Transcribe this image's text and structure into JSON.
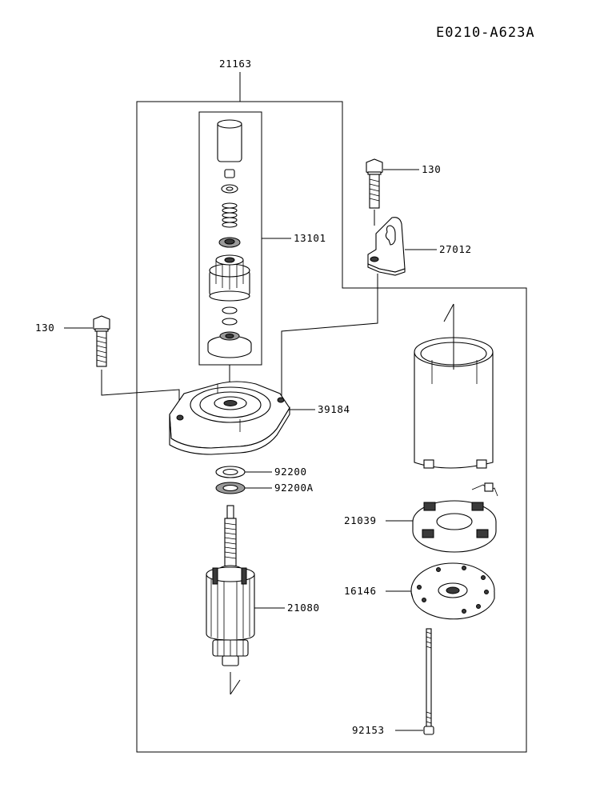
{
  "diagram_code": "E0210-A623A",
  "callouts": {
    "c21163": "21163",
    "c13101": "13101",
    "c130_top": "130",
    "c27012": "27012",
    "c130_left": "130",
    "c39184": "39184",
    "c92200": "92200",
    "c92200a": "92200A",
    "c21039": "21039",
    "c16146": "16146",
    "c21080": "21080",
    "c92153": "92153"
  }
}
